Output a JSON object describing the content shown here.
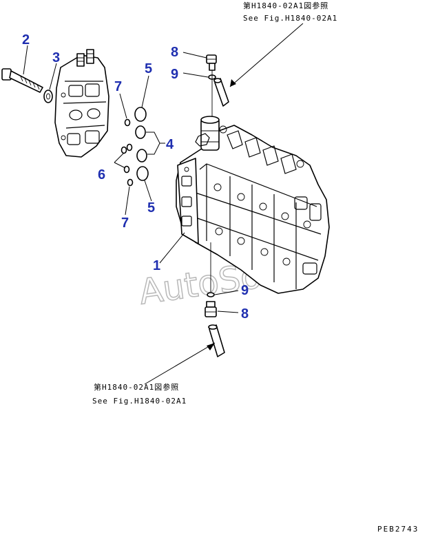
{
  "references": {
    "top_jp": "第H1840-02A1図参照",
    "top_en": "See Fig.H1840-02A1",
    "bottom_jp": "第H1840-02A1図参照",
    "bottom_en": "See Fig.H1840-02A1"
  },
  "callouts": {
    "c1": "1",
    "c2": "2",
    "c3": "3",
    "c4": "4",
    "c5_top": "5",
    "c5_bottom": "5",
    "c6": "6",
    "c7_top": "7",
    "c7_bottom": "7",
    "c8_top": "8",
    "c8_bottom": "8",
    "c9_top": "9",
    "c9_bottom": "9"
  },
  "watermark": "AutoSoft",
  "figure_code": "PEB2743",
  "colors": {
    "callout": "#1f2fb0",
    "line": "#000000",
    "watermark": "#b8b8b8"
  }
}
